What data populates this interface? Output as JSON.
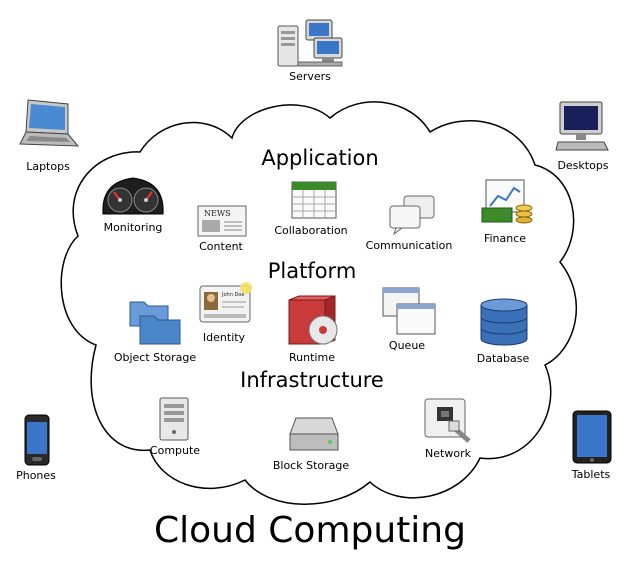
{
  "title": "Cloud Computing",
  "cloud": {
    "sections": {
      "application": "Application",
      "platform": "Platform",
      "infrastructure": "Infrastructure"
    },
    "services": {
      "monitoring": "Monitoring",
      "content": "Content",
      "collaboration": "Collaboration",
      "communication": "Communication",
      "finance": "Finance",
      "identity": "Identity",
      "identity_card_text": "John Doe",
      "news_icon_text": "NEWS",
      "object_storage": "Object Storage",
      "runtime": "Runtime",
      "queue": "Queue",
      "database": "Database",
      "compute": "Compute",
      "block_storage": "Block Storage",
      "network": "Network"
    }
  },
  "devices": {
    "servers": "Servers",
    "laptops": "Laptops",
    "desktops": "Desktops",
    "phones": "Phones",
    "tablets": "Tablets"
  },
  "colors": {
    "cloud_stroke": "#000000",
    "cloud_fill": "#ffffff",
    "monitor_blue": "#3a77c8",
    "storage_blue": "#4a86c8",
    "money_green": "#3c8a2a",
    "runtime_red": "#c93b3b"
  }
}
